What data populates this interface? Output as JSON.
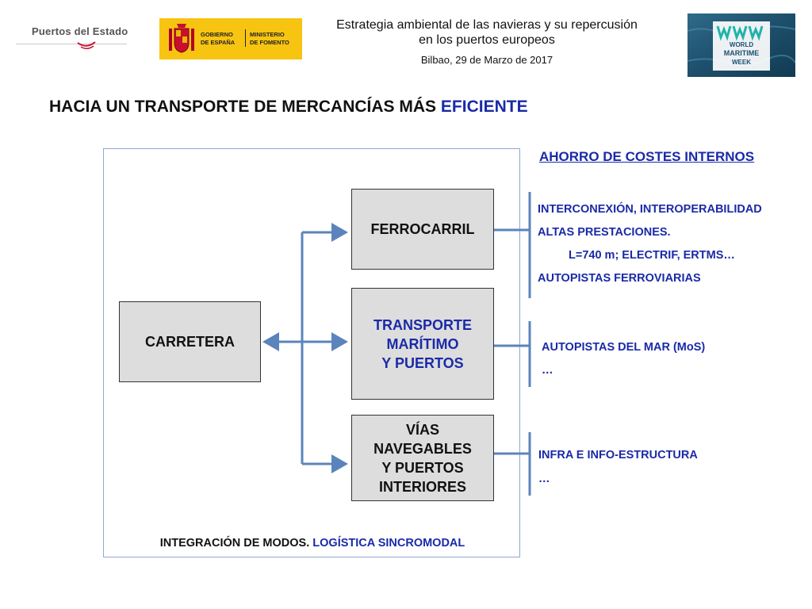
{
  "header": {
    "logo_left": "Puertos del Estado",
    "logo_gov_line1": "GOBIERNO",
    "logo_gov_line2": "DE ESPAÑA",
    "logo_min_line1": "MINISTERIO",
    "logo_min_line2": "DE FOMENTO",
    "title_line1": "Estrategia ambiental de las navieras y su repercusión",
    "title_line2": "en los puertos europeos",
    "subtitle": "Bilbao, 29 de Marzo de 2017",
    "logo_right_line1": "WORLD",
    "logo_right_line2": "MARITIME",
    "logo_right_line3": "WEEK"
  },
  "slide": {
    "title_main": "HACIA UN TRANSPORTE DE MERCANCÍAS MÁS ",
    "title_highlight": "EFICIENTE"
  },
  "diagram": {
    "carretera": "CARRETERA",
    "ferrocarril": "FERROCARRIL",
    "maritimo_line1": "TRANSPORTE",
    "maritimo_line2": "MARÍTIMO",
    "maritimo_line3": "Y PUERTOS",
    "vias_line1": "VÍAS",
    "vias_line2": "NAVEGABLES",
    "vias_line3": "Y PUERTOS",
    "vias_line4": "INTERIORES",
    "caption_main": "INTEGRACIÓN DE MODOS. ",
    "caption_highlight": "LOGÍSTICA SINCROMODAL"
  },
  "right": {
    "heading": "AHORRO DE COSTES INTERNOS",
    "rail_items": [
      "INTERCONEXIÓN, INTEROPERABILIDAD",
      "ALTAS PRESTACIONES.",
      "L=740 m; ELECTRIF, ERTMS…",
      "AUTOPISTAS FERROVIARIAS"
    ],
    "sea_items": [
      "AUTOPISTAS DEL MAR (MoS)",
      "…"
    ],
    "inland_items": [
      "INFRA E INFO-ESTRUCTURA",
      "…"
    ]
  },
  "colors": {
    "accent_blue": "#1a2aa8",
    "connector_blue": "#5b84bd",
    "box_fill": "#dddddd",
    "gov_yellow": "#f7c411"
  }
}
